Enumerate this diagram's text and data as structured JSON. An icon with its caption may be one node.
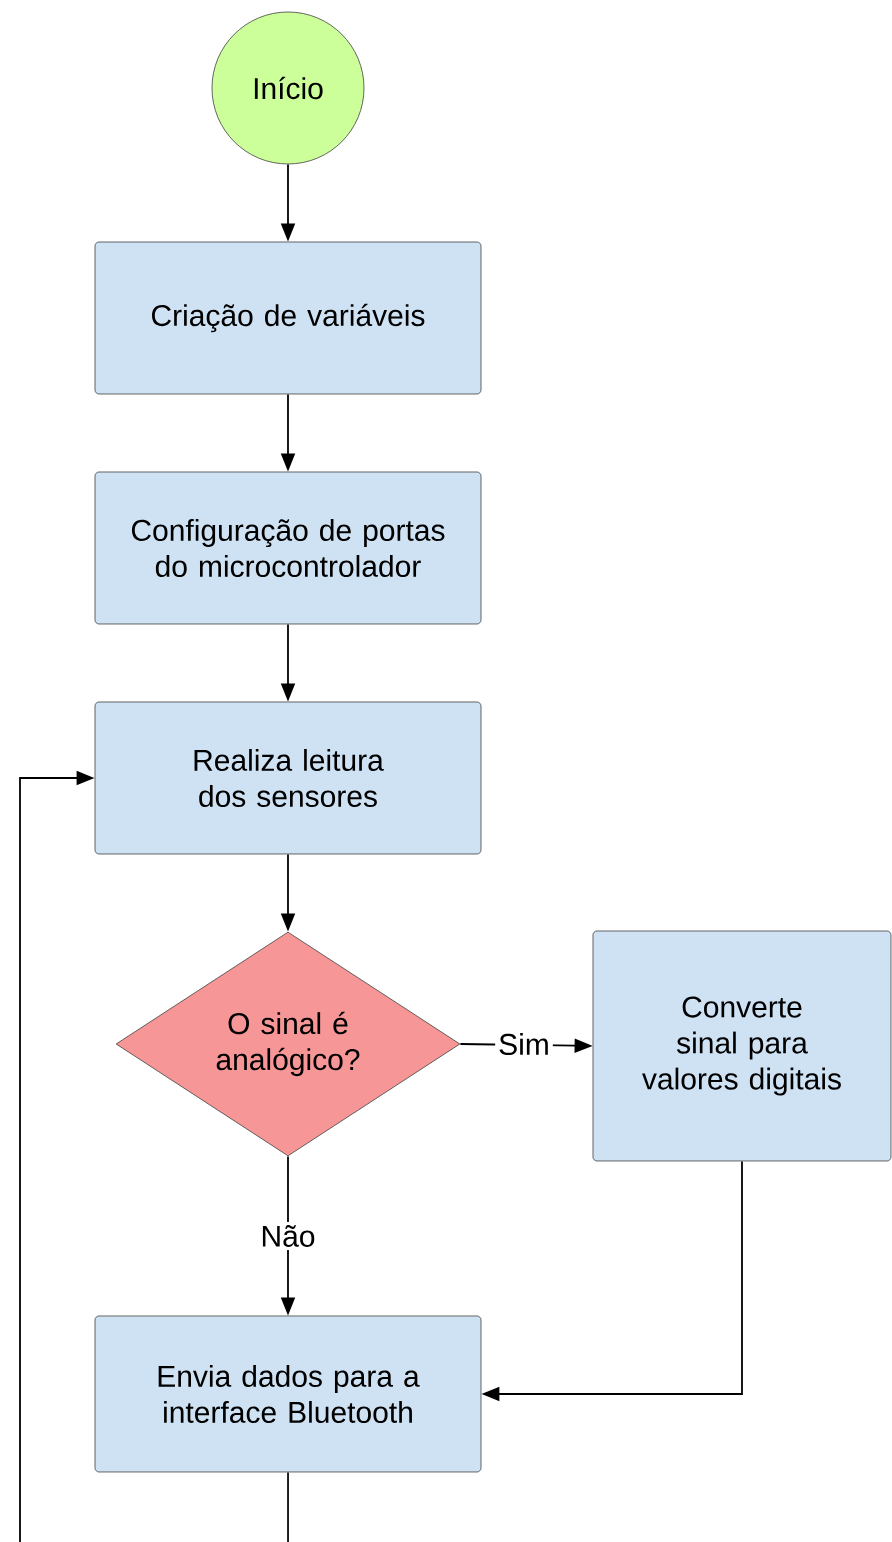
{
  "diagram": {
    "nodes": [
      {
        "text": [
          "Início"
        ]
      },
      {
        "text": [
          "Criação de variáveis"
        ]
      },
      {
        "text": [
          "Configuração de portas do microcontrolador"
        ]
      },
      {
        "text": [
          "Realiza leitura dos sensores"
        ]
      },
      {
        "text": [
          "O sinal é analógico?"
        ]
      },
      {
        "text": [
          "Converte sinal para valores digitais"
        ]
      },
      {
        "text": [
          "Envia dados para a interface Bluetooth"
        ]
      }
    ],
    "edges": [
      {
        "from": 0,
        "to": 1,
        "arrow": "to"
      },
      {
        "from": 1,
        "to": 2,
        "arrow": "to"
      },
      {
        "from": 2,
        "to": 3,
        "arrow": "to"
      },
      {
        "from": 3,
        "to": 4,
        "arrow": "to"
      },
      {
        "from": 4,
        "to": 5,
        "arrow": "to",
        "label": "Sim"
      },
      {
        "from": 4,
        "to": 6,
        "arrow": "to",
        "label": "Não"
      },
      {
        "from": 5,
        "to": 6,
        "arrow": "to"
      },
      {
        "from": 6,
        "to": null,
        "arrow": "none"
      },
      {
        "from": null,
        "to": 3,
        "arrow": "to"
      }
    ]
  }
}
